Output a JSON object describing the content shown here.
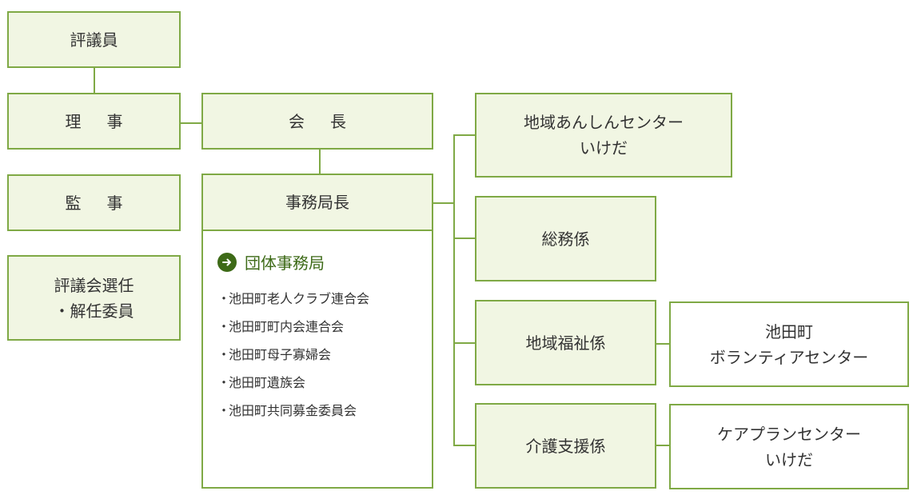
{
  "left_column": {
    "councilors": "評議員",
    "directors": [
      "理",
      "事"
    ],
    "auditors": [
      "監",
      "事"
    ],
    "selection_committee": [
      "評議会選任",
      "・解任委員"
    ]
  },
  "chairman": [
    "会",
    "長"
  ],
  "secretary_general": "事務局長",
  "office": {
    "heading": "団体事務局",
    "organizations": [
      "池田町老人クラブ連合会",
      "池田町町内会連合会",
      "池田町母子寡婦会",
      "池田町遺族会",
      "池田町共同募金委員会"
    ]
  },
  "departments": {
    "anshin_center": [
      "地域あんしんセンター",
      "いけだ"
    ],
    "general_affairs": "総務係",
    "community_welfare": "地域福祉係",
    "care_support": "介護支援係"
  },
  "affiliates": {
    "volunteer_center": [
      "池田町",
      "ボランティアセンター"
    ],
    "care_plan_center": [
      "ケアプランセンター",
      "いけだ"
    ]
  },
  "colors": {
    "border": "#7fa945",
    "fill": "#f1f6e3",
    "accent": "#3d6a17"
  }
}
